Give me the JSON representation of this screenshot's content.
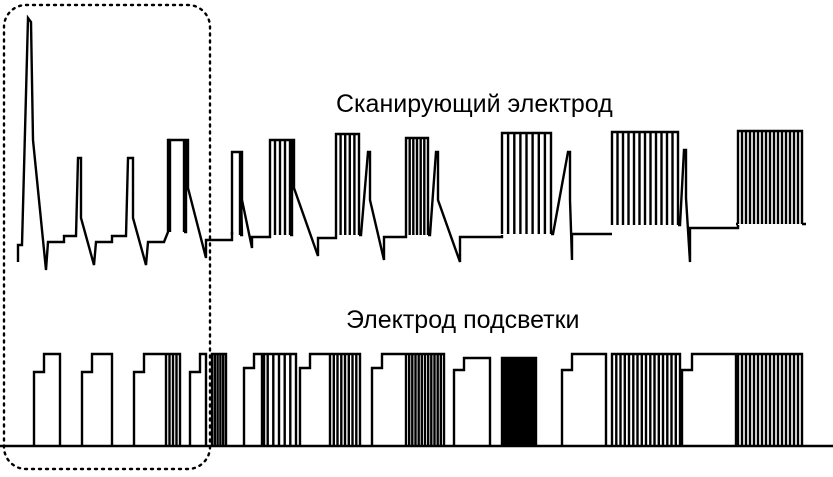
{
  "labels": {
    "scan_electrode": "Сканирующий электрод",
    "sustain_electrode": "Электрод подсветки"
  },
  "colors": {
    "stroke": "#000000",
    "background": "#ffffff"
  },
  "highlight": {
    "style": "dotted rounded rectangle",
    "encloses": "first sub-field (tall reset pulse and first sustain groups)"
  },
  "scan_waveform": {
    "subfields": 8,
    "sustain_pulse_counts": [
      1,
      1,
      4,
      5,
      6,
      8,
      12,
      16
    ]
  },
  "sustain_waveform": {
    "subfields": 8,
    "sustain_pulse_counts": [
      1,
      1,
      4,
      5,
      6,
      8,
      12,
      16
    ]
  }
}
